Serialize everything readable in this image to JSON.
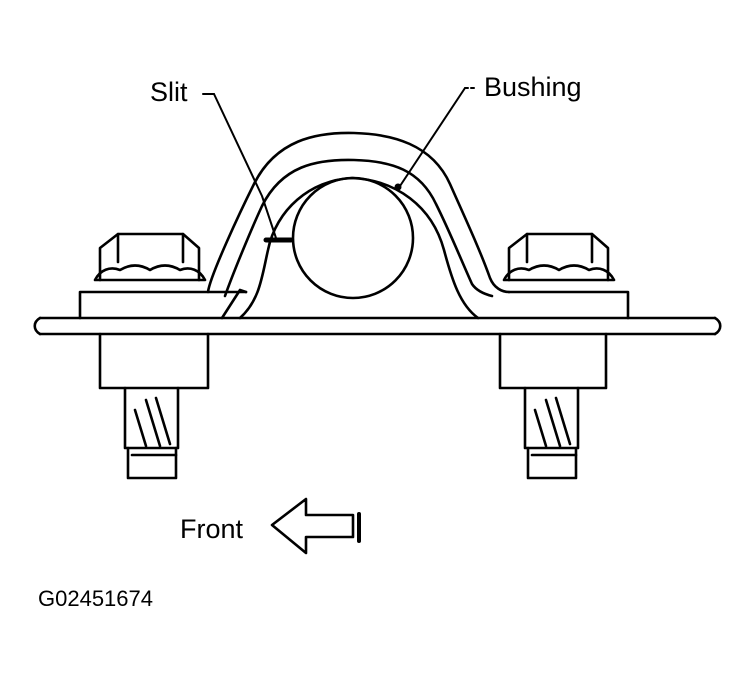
{
  "diagram": {
    "labels": {
      "slit": "Slit",
      "bushing": "Bushing",
      "front": "Front"
    },
    "figure_code": "G02451674",
    "line_color": "#000000",
    "background_color": "#ffffff"
  }
}
